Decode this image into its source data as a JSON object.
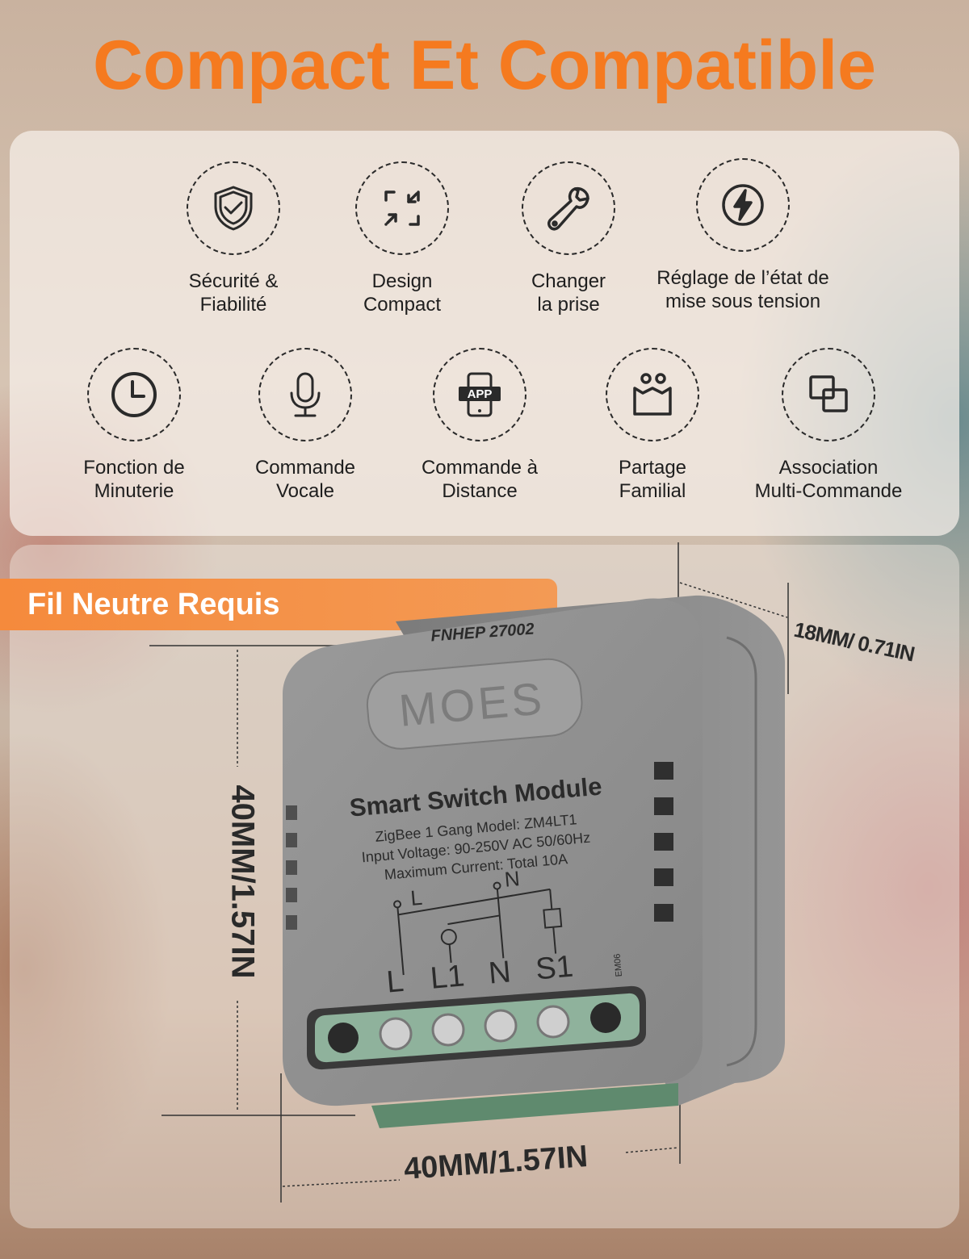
{
  "title": "Compact Et Compatible",
  "features": [
    {
      "icon": "shield-check-icon",
      "lines": [
        "Sécurité &",
        "Fiabilité"
      ]
    },
    {
      "icon": "compress-icon",
      "lines": [
        "Design",
        "Compact"
      ]
    },
    {
      "icon": "wrench-icon",
      "lines": [
        "Changer",
        "la prise"
      ]
    },
    {
      "icon": "lightning-icon",
      "lines": [
        "Réglage de l’état de",
        "mise sous tension"
      ]
    },
    {
      "icon": "clock-icon",
      "lines": [
        "Fonction de",
        "Minuterie"
      ]
    },
    {
      "icon": "microphone-icon",
      "lines": [
        "Commande",
        "Vocale"
      ]
    },
    {
      "icon": "phone-app-icon",
      "lines": [
        "Commande à",
        "Distance"
      ]
    },
    {
      "icon": "family-icon",
      "lines": [
        "Partage",
        "Familial"
      ]
    },
    {
      "icon": "link-squares-icon",
      "lines": [
        "Association",
        "Multi-Commande"
      ]
    }
  ],
  "app_icon_text": "APP",
  "banner": "Fil Neutre Requis",
  "dimensions": {
    "depth": "18MM/ 0.71IN",
    "height": "40MM/1.57IN",
    "width": "40MM/1.57IN"
  },
  "device": {
    "code": "FNHEP 27002",
    "brand": "MOES",
    "name": "Smart Switch Module",
    "line1": "ZigBee 1 Gang Model: ZM4LT1",
    "line2": "Input Voltage: 90-250V AC 50/60Hz",
    "line3": "Maximum Current: Total 10A",
    "wiring_top_l": "L",
    "wiring_top_n": "N",
    "terminals": [
      "L",
      "L1",
      "N",
      "S1"
    ],
    "side_code": "EM06"
  },
  "colors": {
    "accent": "#f57a1f",
    "device_gray": "#8d8d8d",
    "terminal_green": "#8fb29c"
  }
}
